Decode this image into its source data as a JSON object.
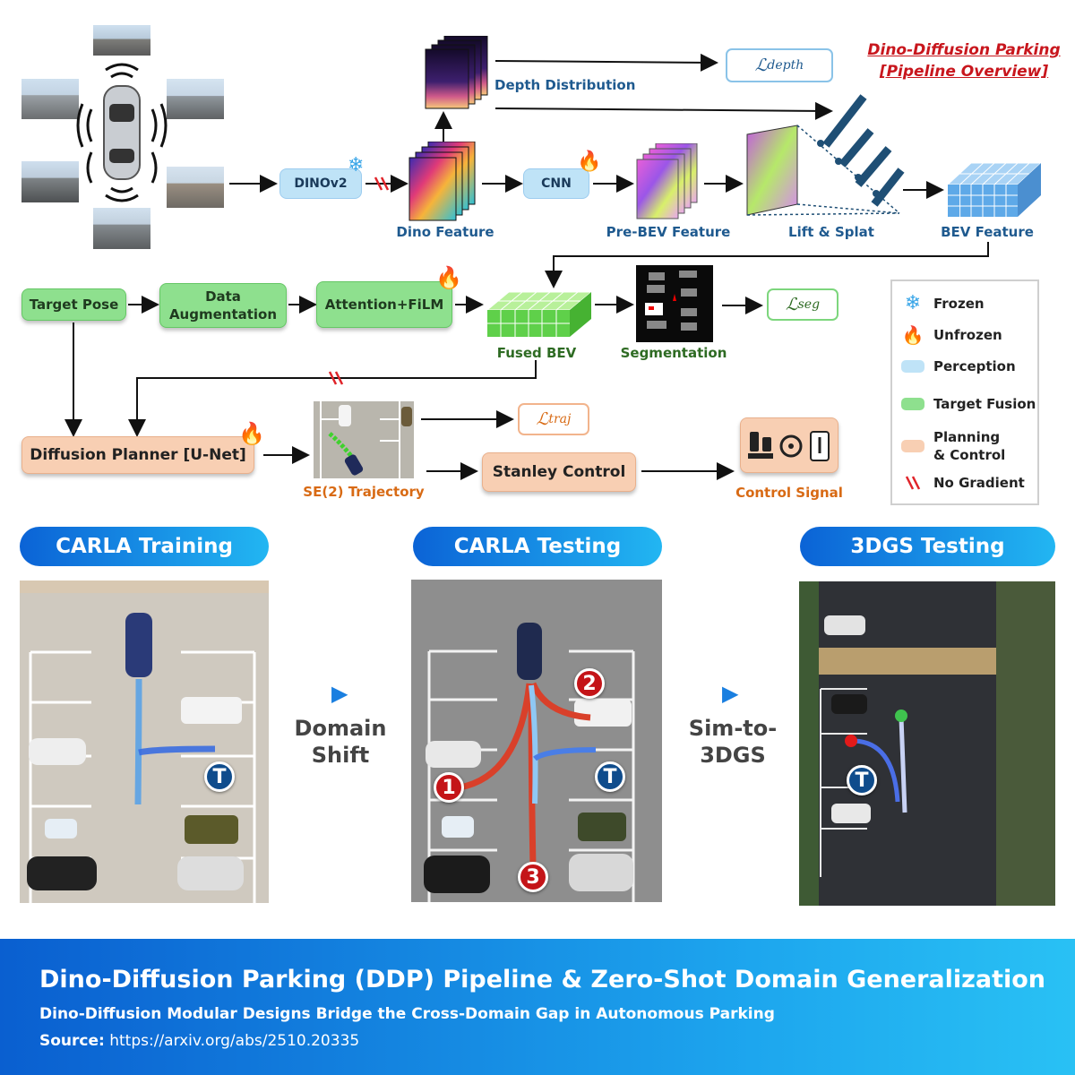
{
  "header": {
    "title": "Dino-Diffusion Parking",
    "subtitle": "[Pipeline Overview]"
  },
  "nodes": {
    "dinov2": "DINOv2",
    "cnn": "CNN",
    "target_pose": "Target Pose",
    "data_aug_line1": "Data",
    "data_aug_line2": "Augmentation",
    "attention": "Attention+FiLM",
    "planner": "Diffusion Planner [U-Net]",
    "stanley": "Stanley Control"
  },
  "captions": {
    "depth_distribution": "Depth Distribution",
    "dino_feature": "Dino Feature",
    "pre_bev": "Pre-BEV Feature",
    "lift_splat": "Lift & Splat",
    "bev_feature": "BEV Feature",
    "fused_bev": "Fused BEV",
    "segmentation": "Segmentation",
    "trajectory": "SE(2) Trajectory",
    "control_signal": "Control Signal"
  },
  "losses": {
    "depth": {
      "symbol": "ℒ",
      "sub": "depth"
    },
    "seg": {
      "symbol": "ℒ",
      "sub": "seg"
    },
    "traj": {
      "symbol": "ℒ",
      "sub": "traj"
    }
  },
  "legend": {
    "frozen": "Frozen",
    "unfrozen": "Unfrozen",
    "perception": "Perception",
    "target_fusion": "Target Fusion",
    "planning_line1": "Planning",
    "planning_line2": "& Control",
    "no_gradient": "No Gradient"
  },
  "panels": {
    "training": "CARLA Training",
    "testing": "CARLA Testing",
    "gs_testing": "3DGS Testing"
  },
  "transitions": {
    "domain_line1": "Domain",
    "domain_line2": "Shift",
    "sim_line1": "Sim-to-",
    "sim_line2": "3DGS"
  },
  "badges": {
    "target": "T",
    "one": "1",
    "two": "2",
    "three": "3"
  },
  "footer": {
    "title": "Dino-Diffusion Parking (DDP) Pipeline & Zero-Shot Domain Generalization",
    "subtitle": "Dino-Diffusion Modular Designs Bridge the Cross-Domain Gap in Autonomous Parking",
    "source_label": "Source:",
    "source_url": "https://arxiv.org/abs/2510.20335"
  },
  "colors": {
    "perception": "#bfe3f7",
    "target_fusion": "#8ee08e",
    "planning": "#f8cfb3",
    "no_gradient": "#e0242a",
    "title_red": "#c8161d",
    "accent_blue": "#1f5a8f"
  }
}
